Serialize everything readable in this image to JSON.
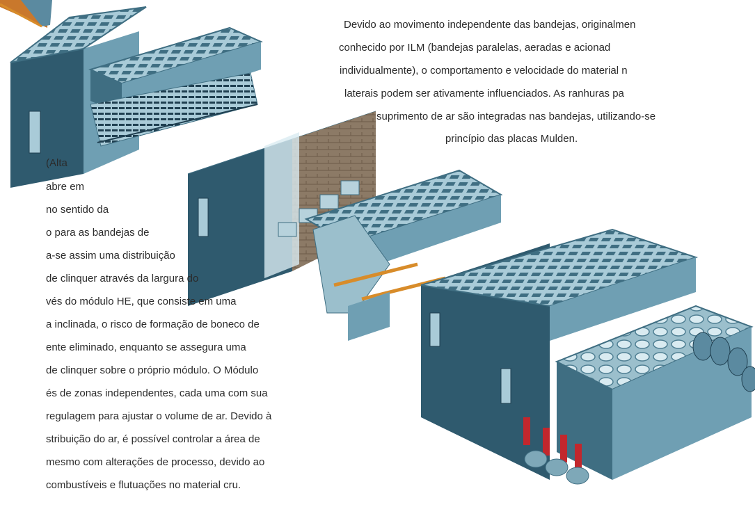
{
  "right_paragraph": {
    "lines": [
      "Devido ao movimento independente das bandejas, originalmen",
      "conhecido por ILM (bandejas paralelas, aeradas e acionad",
      "individualmente), o comportamento e velocidade do material n",
      "laterais podem ser ativamente influenciados. As ranhuras pa",
      "suprimento de ar são integradas nas bandejas, utilizando-se",
      "princípio das placas Mulden."
    ]
  },
  "left_paragraph": {
    "lines": [
      "(Alta",
      "abre    em",
      "no  sentido  da",
      "o  para  as  bandejas  de",
      "a-se  assim  uma  distribuição",
      "de  clinquer  através  da  largura  do",
      "vés do módulo HE, que consiste em uma",
      "a inclinada, o risco de formação de boneco de",
      "ente  eliminado,  enquanto  se  assegura  uma",
      "de clinquer sobre o próprio módulo. O Módulo",
      "és de zonas independentes, cada uma com sua",
      "regulagem para ajustar o volume de ar. Devido à",
      "stribuição do ar, é possível controlar a área de",
      "mesmo com alterações de processo, devido ao",
      "combustíveis e flutuações no material cru."
    ]
  },
  "illustration": {
    "colors": {
      "steel_top": "#a9cbd8",
      "steel_face": "#6f9fb3",
      "steel_dark": "#3f6e82",
      "wall": "#2f5a6e",
      "grate": "#1f3f50",
      "brick": "#8c7a66",
      "pipe": "#d88c2a",
      "fan_red": "#c2272d"
    }
  }
}
